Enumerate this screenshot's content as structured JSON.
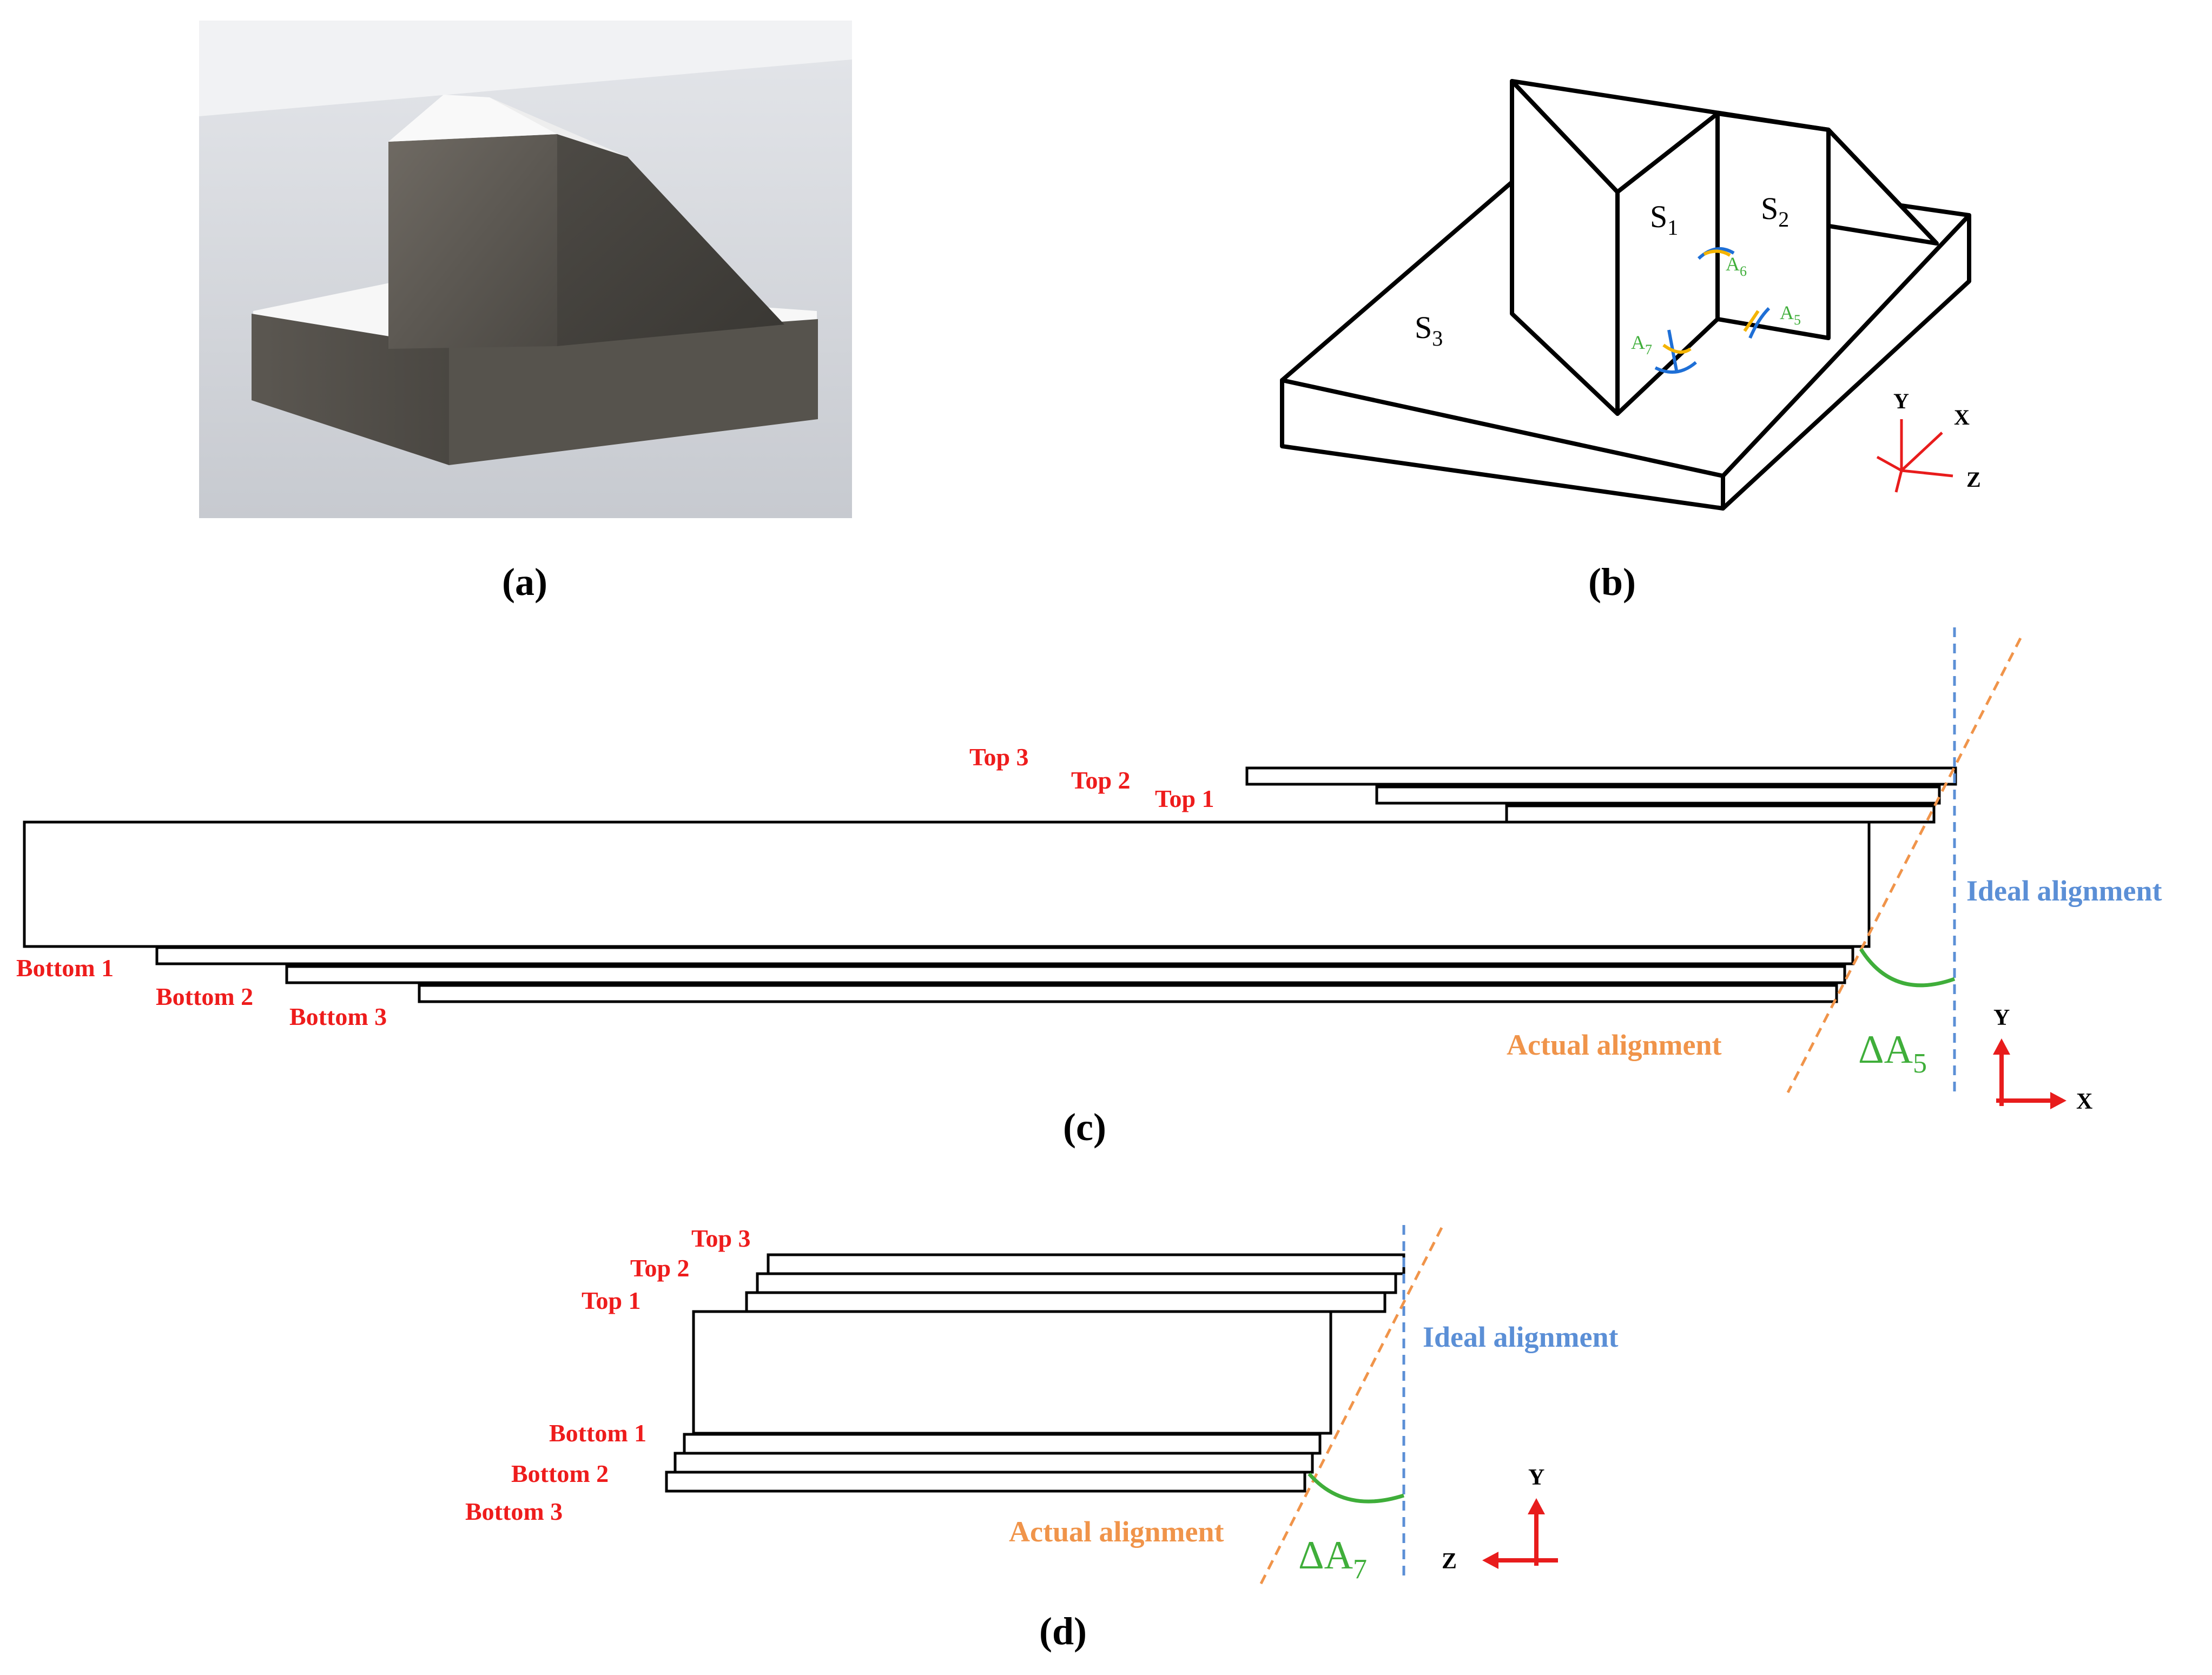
{
  "colors": {
    "red": "#ee1c1c",
    "blue": "#5b8fd6",
    "orange": "#f0944a",
    "green": "#3fae3a",
    "yellow": "#f4b400",
    "axis_red": "#e81c1c"
  },
  "panels": {
    "a": {
      "caption": "(a)"
    },
    "b": {
      "caption": "(b)",
      "surfaces": [
        {
          "name": "S",
          "sub": "1"
        },
        {
          "name": "S",
          "sub": "2"
        },
        {
          "name": "S",
          "sub": "3"
        }
      ],
      "angles": [
        {
          "name": "A",
          "sub": "6"
        },
        {
          "name": "A",
          "sub": "5"
        },
        {
          "name": "A",
          "sub": "7"
        }
      ],
      "axes": {
        "y": "Y",
        "x": "X",
        "z": "Z"
      }
    },
    "c": {
      "caption": "(c)",
      "layers_top": [
        "Top 3",
        "Top 2",
        "Top 1"
      ],
      "layers_bottom": [
        "Bottom 1",
        "Bottom 2",
        "Bottom 3"
      ],
      "ideal_label": "Ideal alignment",
      "actual_label": "Actual alignment",
      "angle": {
        "name": "ΔA",
        "sub": "5"
      },
      "axes": {
        "y": "Y",
        "x": "X"
      }
    },
    "d": {
      "caption": "(d)",
      "layers_top": [
        "Top 3",
        "Top 2",
        "Top 1"
      ],
      "layers_bottom": [
        "Bottom 1",
        "Bottom 2",
        "Bottom 3"
      ],
      "ideal_label": "Ideal alignment",
      "actual_label": "Actual alignment",
      "angle": {
        "name": "ΔA",
        "sub": "7"
      },
      "axes": {
        "y": "Y",
        "z": "Z"
      }
    }
  }
}
